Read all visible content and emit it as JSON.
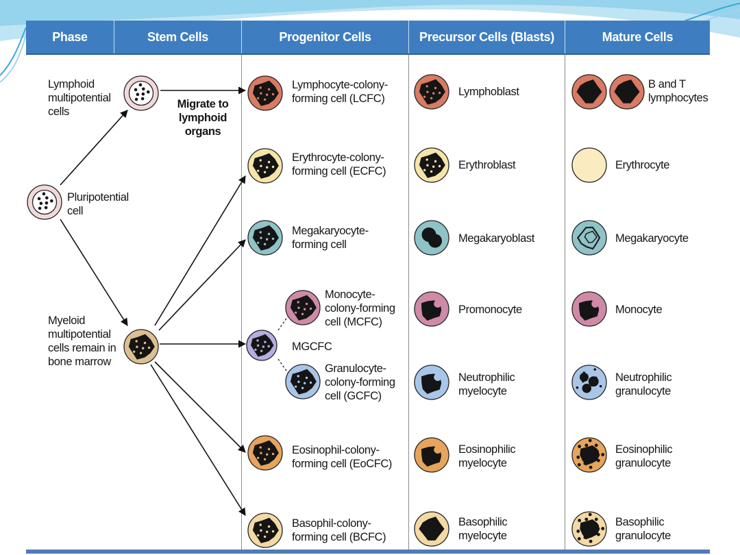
{
  "header": {
    "phase": "Phase",
    "stem_cells": "Stem Cells",
    "progenitor_cells": "Progenitor Cells",
    "precursor_cells": "Precursor Cells (Blasts)",
    "mature_cells": "Mature Cells"
  },
  "stem": {
    "lymphoid_label": "Lymphoid\nmultipotential\ncells",
    "pluripotential_label": "Pluripotential\ncell",
    "myeloid_label": "Myeloid\nmultipotential\ncells remain in\nbone marrow",
    "migrate_label": "Migrate to\nlymphoid\norgans"
  },
  "progenitor": {
    "lcfc": "Lymphocyte-colony-\nforming cell (LCFC)",
    "ecfc": "Erythrocyte-colony-\nforming cell (ECFC)",
    "mega": "Megakaryocyte-\nforming cell",
    "mcfc": "Monocyte-\ncolony-forming\ncell (MCFC)",
    "mgcfc": "MGCFC",
    "gcfc": "Granulocyte-\ncolony-forming\ncell (GCFC)",
    "eocfc": "Eosinophil-colony-\nforming cell (EoCFC)",
    "bcfc": "Basophil-colony-\nforming cell (BCFC)"
  },
  "precursor": {
    "lymphoblast": "Lymphoblast",
    "erythroblast": "Erythroblast",
    "megakaryoblast": "Megakaryoblast",
    "promonocyte": "Promonocyte",
    "neutrophilic_myelocyte": "Neutrophilic\nmyelocyte",
    "eosinophilic_myelocyte": "Eosinophilic\nmyelocyte",
    "basophilic_myelocyte": "Basophilic\nmyelocyte"
  },
  "mature": {
    "b_t_lymphocytes": "B and T\nlymphocytes",
    "erythrocyte": "Erythrocyte",
    "megakaryocyte": "Megakaryocyte",
    "monocyte": "Monocyte",
    "neutrophilic_granulocyte": "Neutrophilic\ngranulocyte",
    "eosinophilic_granulocyte": "Eosinophilic\ngranulocyte",
    "basophilic_granulocyte": "Basophilic\ngranulocyte"
  },
  "colors": {
    "header_bg": "#3e7ec0",
    "stem_cell": "#f2d9d9",
    "myeloid_cell": "#dcc090",
    "lymphoid_cell": "#d97a62",
    "erythroid_cell": "#f7e4a8",
    "mega_cell": "#8fc3c7",
    "monocyte_cell": "#cf8aa8",
    "mgcfc_cell": "#b6aee0",
    "granulocyte_cell": "#a9c6e8",
    "eosinophil_cell": "#e6a45c",
    "basophil_cell": "#f3d9a4",
    "erythrocyte_cell": "#fbebc0",
    "nucleus": "#151515",
    "slide_accent": "#3aa8d8"
  }
}
